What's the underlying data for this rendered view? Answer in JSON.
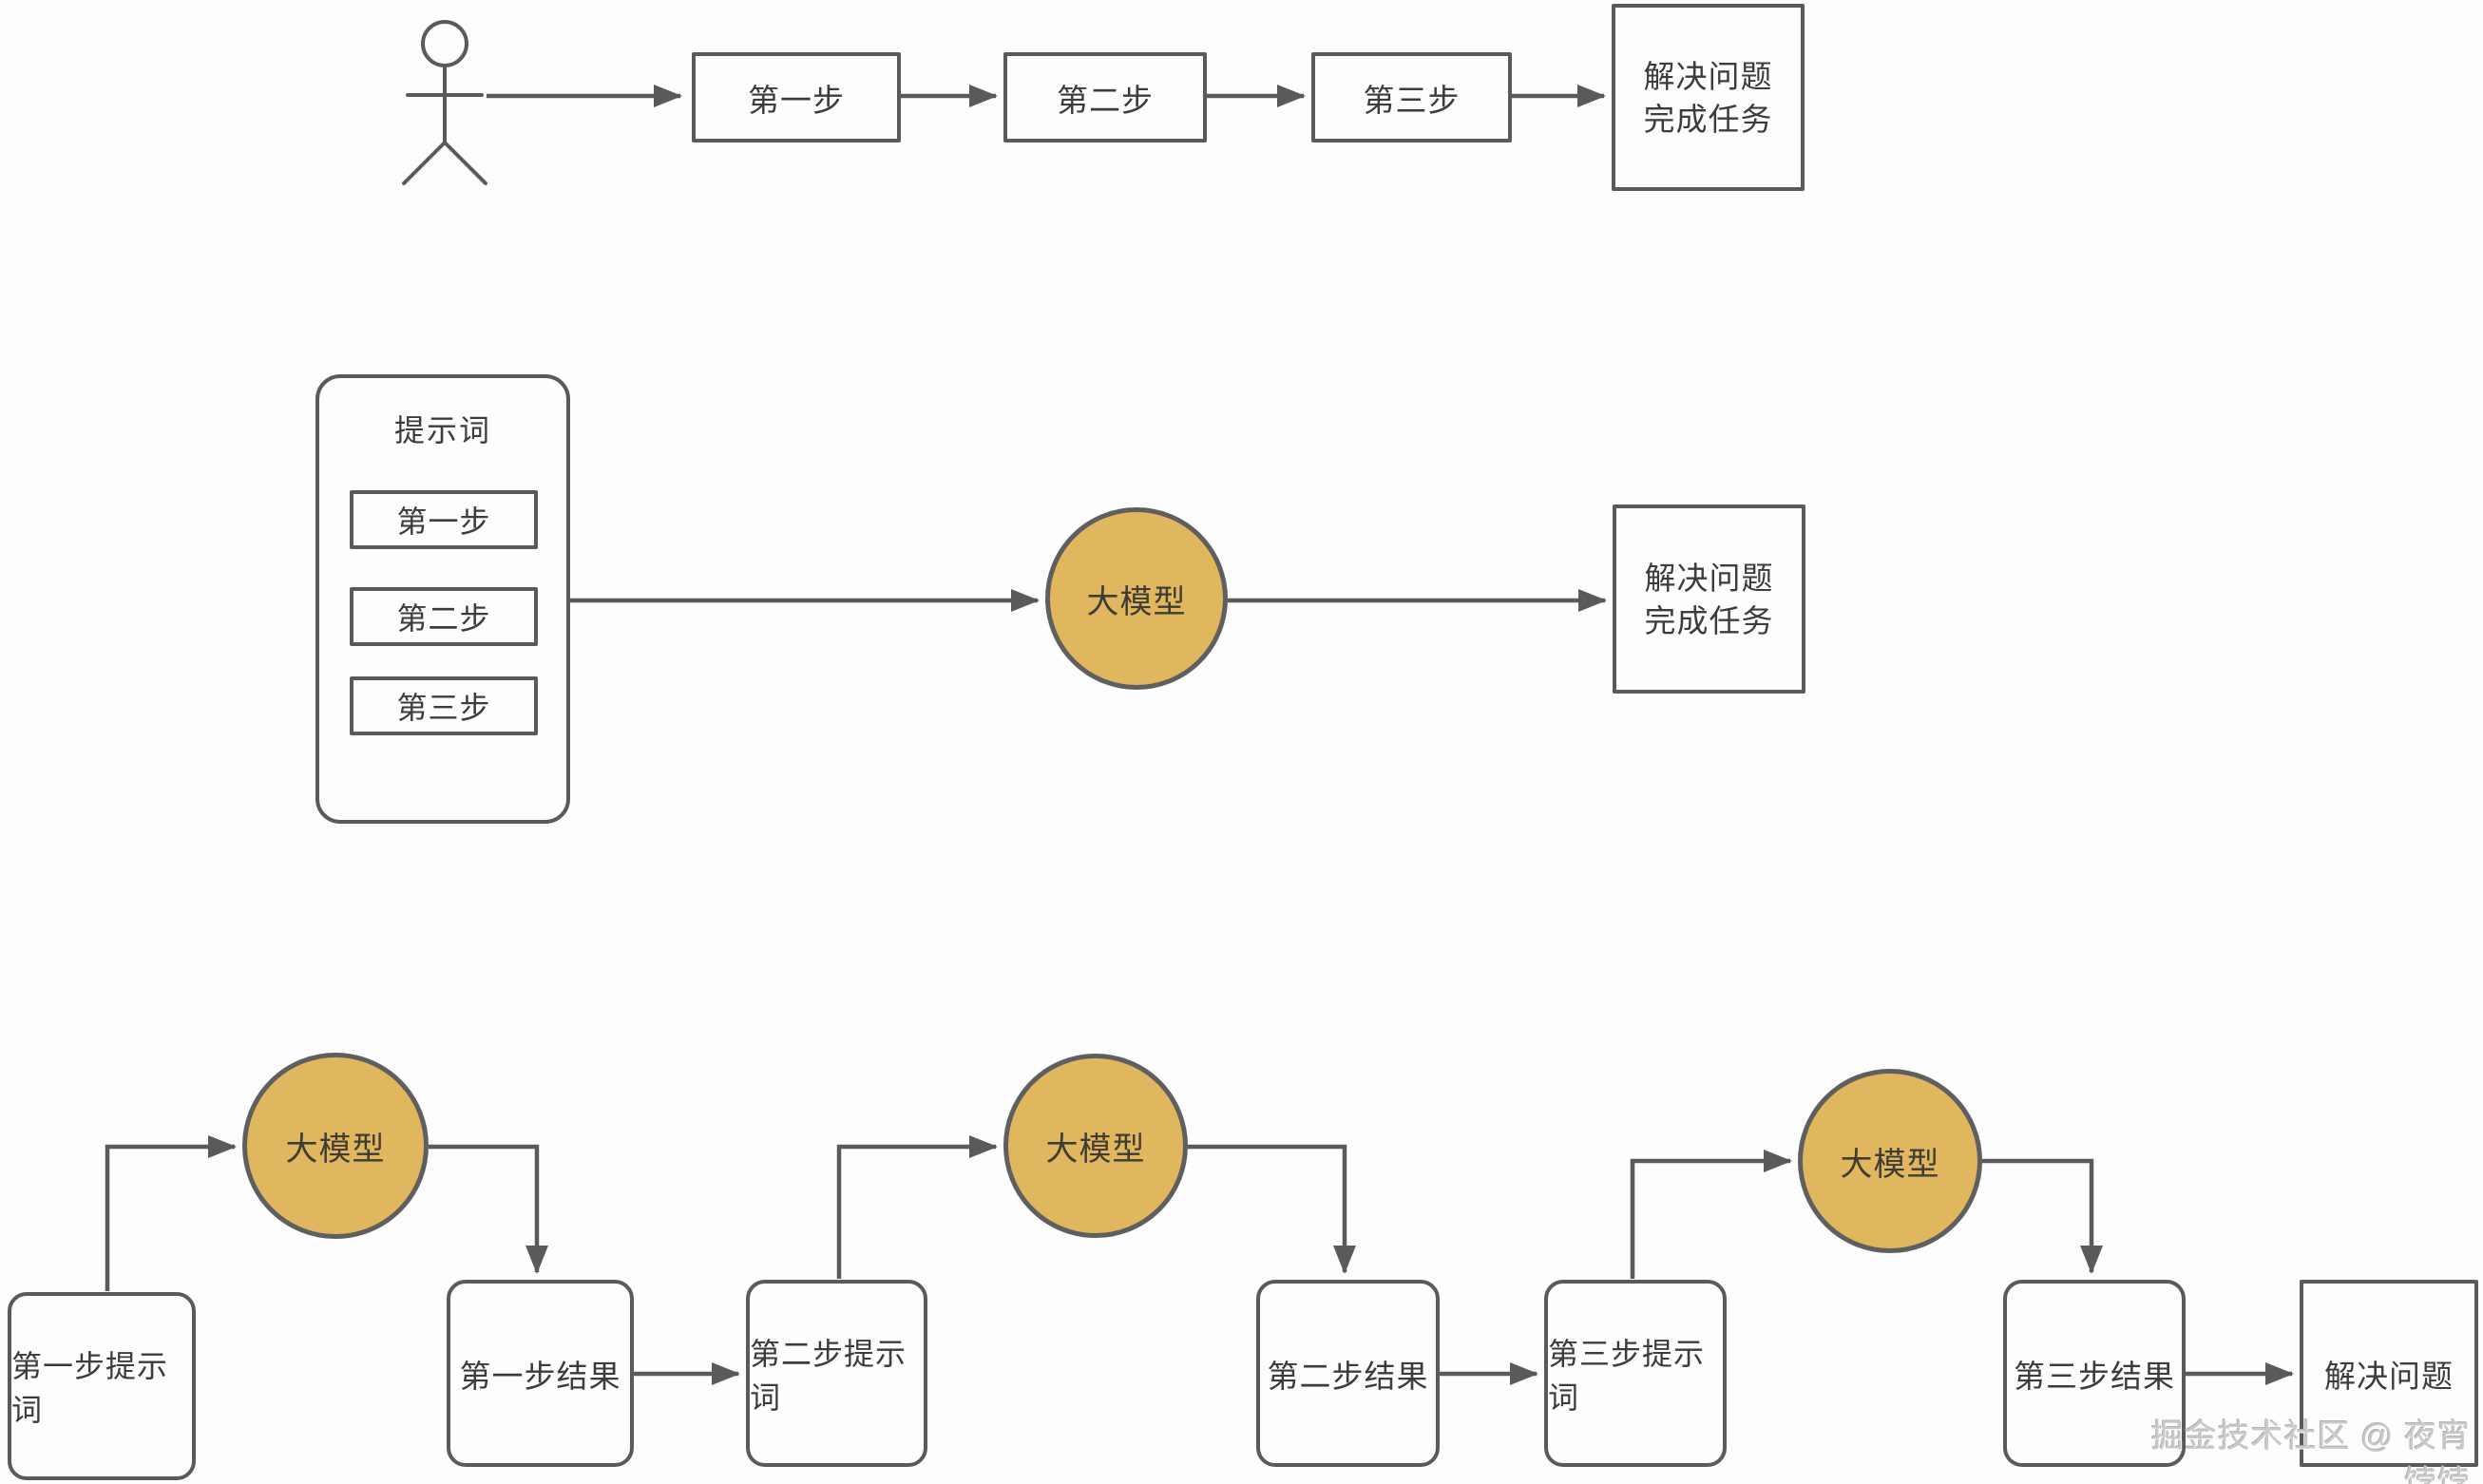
{
  "colors": {
    "model_circle_fill": "#e0b75e",
    "line_gray": "#5a5a5a",
    "text_color": "#3c3c3c",
    "watermark_gray": "#c9c9c9",
    "background": "#fdfdfd"
  },
  "row1": {
    "step1": "第一步",
    "step2": "第二步",
    "step3": "第三步",
    "result_line1": "解决问题",
    "result_line2": "完成任务"
  },
  "row2": {
    "container_title": "提示词",
    "step1": "第一步",
    "step2": "第二步",
    "step3": "第三步",
    "model": "大模型",
    "result_line1": "解决问题",
    "result_line2": "完成任务"
  },
  "row3": {
    "model": "大模型",
    "prompt1": "第一步提示词",
    "result1": "第一步结果",
    "prompt2": "第二步提示词",
    "result2": "第二步结果",
    "prompt3": "第三步提示词",
    "result3": "第三步结果",
    "final": "解决问题"
  },
  "watermark": "掘金技术社区 @ 夜宵饽饽"
}
